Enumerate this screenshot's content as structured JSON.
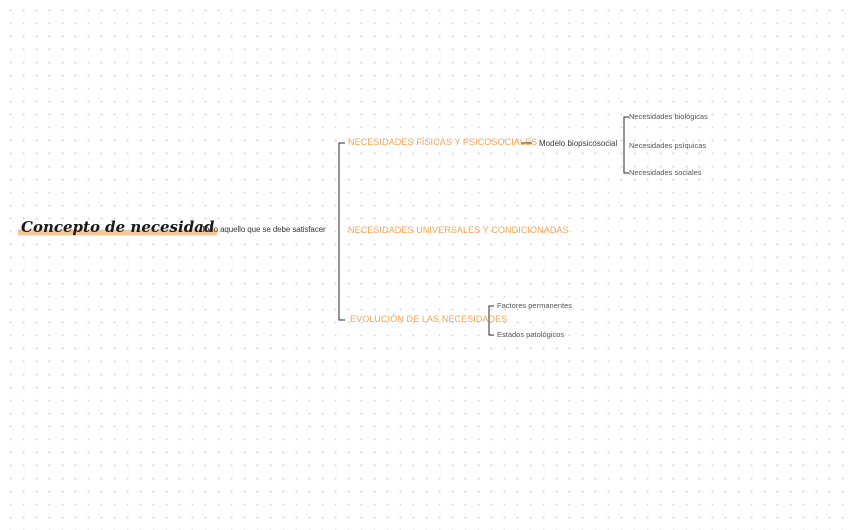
{
  "central": {
    "title": "Concepto de necesidad",
    "definition": "Todo aquello que se debe satisfacer"
  },
  "categories": [
    {
      "label": "NECESIDADES FÍSICAS Y PSICOSOCIALES",
      "model": "Modelo biopsicosocial",
      "children": [
        "Necesidades biológicas",
        "Necesidades psíquicas",
        "Necesidades sociales"
      ]
    },
    {
      "label": "NECESIDADES UNIVERSALES Y CONDICIONADAS"
    },
    {
      "label": "EVOLUCIÓN DE LAS NECESIDADES",
      "children": [
        "Factores permanentes",
        "Estados patológicos"
      ]
    }
  ],
  "colors": {
    "accent": "#f5a455",
    "highlight": "#f5c89a",
    "line": "#2b2b2b",
    "text": "#3a3a3a"
  }
}
